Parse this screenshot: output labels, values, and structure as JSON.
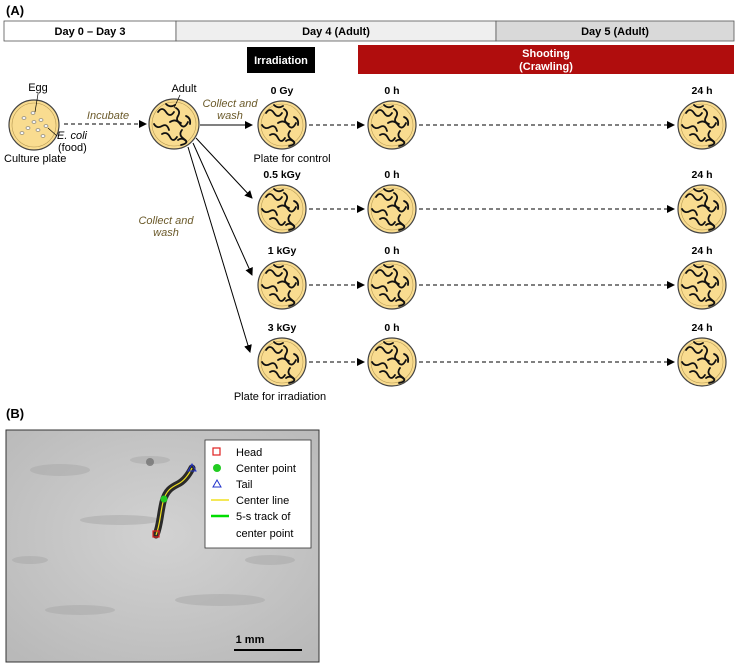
{
  "panel_a": {
    "label": "(A)",
    "timeline": {
      "seg1": "Day 0 – Day 3",
      "seg2": "Day 4 (Adult)",
      "seg3": "Day 5 (Adult)"
    },
    "irradiation_box": "Irradiation",
    "shooting_box": {
      "line1": "Shooting",
      "line2": "(Crawling)"
    },
    "culture": {
      "egg_label": "Egg",
      "ecoli_label": "E. coli",
      "food_label": "(food)",
      "plate_label": "Culture plate",
      "incubate": "Incubate"
    },
    "adult_label": "Adult",
    "collect_wash_top": {
      "line1": "Collect and",
      "line2": "wash"
    },
    "collect_wash_side": {
      "line1": "Collect and",
      "line2": "wash"
    },
    "doses": [
      "0 Gy",
      "0.5 kGy",
      "1 kGy",
      "3 kGy"
    ],
    "time_0": "0 h",
    "time_24": "24 h",
    "plate_control": "Plate for control",
    "plate_irradiation": "Plate for irradiation"
  },
  "panel_b": {
    "label": "(B)",
    "legend": {
      "head": "Head",
      "center_point": "Center point",
      "tail": "Tail",
      "center_line": "Center line",
      "track_line1": "5-s track of",
      "track_line2": "center point"
    },
    "scale_bar": "1 mm"
  },
  "colors": {
    "plate_fill": "#f9dc90",
    "irradiation_box": "#000000",
    "shooting_box": "#b00d0d",
    "timeline_seg2": "#efefef",
    "timeline_seg3": "#d9d9d9",
    "olive_text": "#6b5a2a",
    "head_marker": "#e02020",
    "center_marker": "#22cc22",
    "tail_marker": "#2233cc",
    "center_line": "#f0e020",
    "track_line": "#00dd00"
  }
}
